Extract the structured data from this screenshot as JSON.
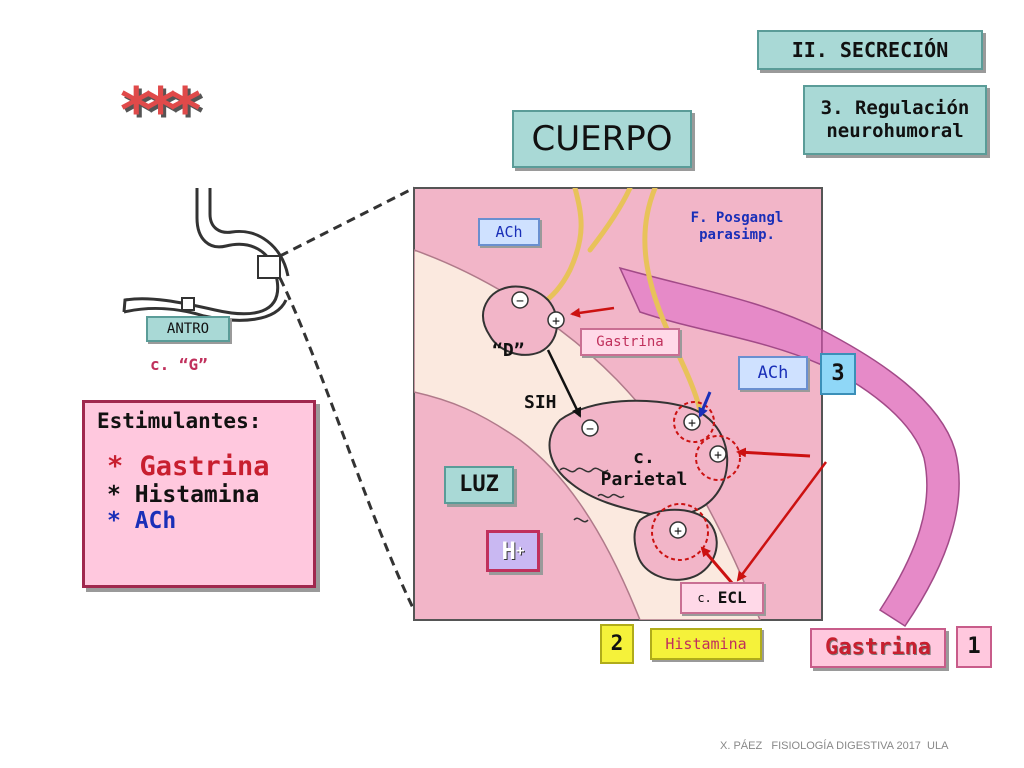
{
  "header": {
    "section": "II. SECRECIÓN",
    "topic_line1": "3. Regulación",
    "topic_line2": "neurohumoral",
    "stars": "***",
    "region": "CUERPO"
  },
  "stomach": {
    "antro_label": "ANTRO",
    "g_cell_label": "c. “G”"
  },
  "stimulants": {
    "title": "Estimulantes:",
    "items": [
      "* Gastrina",
      "* Histamina",
      "* ACh"
    ]
  },
  "detail": {
    "ach_top": "ACh",
    "posgangl_line1": "F. Posgangl",
    "posgangl_line2": "parasimp.",
    "gastrina_small": "Gastrina",
    "d_cell": "“D”",
    "sih": "SIH",
    "ach_right": "ACh",
    "num_3": "3",
    "parietal_line1": "c.",
    "parietal_line2": "Parietal",
    "luz": "LUZ",
    "h_plus": "H",
    "h_plus_sup": "+",
    "ecl_prefix": "c.",
    "ecl": "ECL",
    "num_2": "2",
    "histamina": "Histamina",
    "gastrina_big": "Gastrina",
    "num_1": "1",
    "minus": "−",
    "plus": "+"
  },
  "footer": {
    "credit": "X. PÁEZ   FISIOLOGÍA DIGESTIVA 2017  ULA"
  },
  "colors": {
    "teal": "#a9d9d6",
    "pink_bg": "#f2b5c8",
    "vessel": "#e68ac8",
    "nerve": "#e8c25a",
    "red_arrow": "#cc1111",
    "blue_arrow": "#1a2fb8",
    "num_yellow": "#f5f23a",
    "num_blue": "#8fd7f7",
    "num_pink": "#ffc8de"
  }
}
